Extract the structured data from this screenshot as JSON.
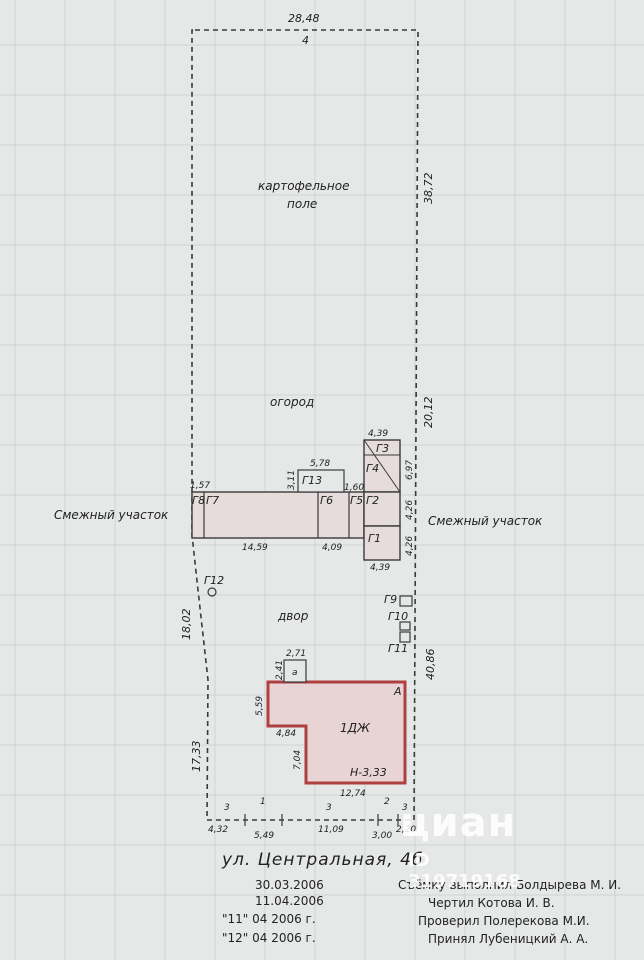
{
  "plan": {
    "top_width": "28,48",
    "top_point": "4",
    "right_top": "38,72",
    "right_mid": "20,12",
    "right_low": "40,86",
    "left_up": "18,02",
    "left_low": "17,33",
    "field_line1": "картофельное",
    "field_line2": "поле",
    "garden": "огород",
    "yard": "двор",
    "adjacent_left": "Смежный участок",
    "adjacent_right": "Смежный участок",
    "dim_157": "1,57",
    "dim_1459": "14,59",
    "dim_409": "4,09",
    "dim_160": "1,60",
    "dim_311": "3,11",
    "dim_578": "5,78",
    "dim_439_top": "4,39",
    "dim_439_bot": "4,39",
    "dim_697": "6,97",
    "dim_426a": "4,26",
    "dim_426b": "4,26",
    "dim_271": "2,71",
    "dim_241": "2,41",
    "dim_559": "5,59",
    "dim_484": "4,84",
    "dim_704": "7,04",
    "dim_1274": "12,74",
    "b_432": "4,32",
    "b_549": "5,49",
    "b_1109": "11,09",
    "b_300": "3,00",
    "b_220": "2,20",
    "pt_3a": "3",
    "pt_1": "1",
    "pt_3b": "3",
    "pt_2": "2",
    "pt_3c": "3",
    "g1": "Г1",
    "g2": "Г2",
    "g3": "Г3",
    "g4": "Г4",
    "g5": "Г5",
    "g6": "Г6",
    "g7": "Г7",
    "g8": "Г8",
    "g9": "Г9",
    "g10": "Г10",
    "g11": "Г11",
    "g12": "Г12",
    "g13": "Г13",
    "house": "1ДЖ",
    "house_a": "А",
    "house_h": "Н-3,33",
    "annex_a": "а"
  },
  "footer": {
    "street": "ул. Центральная, 4б",
    "date1": "30.03.2006",
    "date2": "11.04.2006",
    "date3": "\"11\" 04 2006 г.",
    "date4": "\"12\" 04 2006 г.",
    "sig1": "Съёмку выполнил Болдырева М. И.",
    "sig2": "Чертил Котова И. В.",
    "sig3": "Проверил Полерекова М.И.",
    "sig4": "Принял Лубеницкий А. А."
  },
  "watermark": {
    "logo": "циан",
    "id": "ID 319719168"
  },
  "colors": {
    "line": "#3a3a3a",
    "grid": "#cfd3d3",
    "house_outline": "#b04040",
    "house_fill": "#e8d4d4"
  }
}
